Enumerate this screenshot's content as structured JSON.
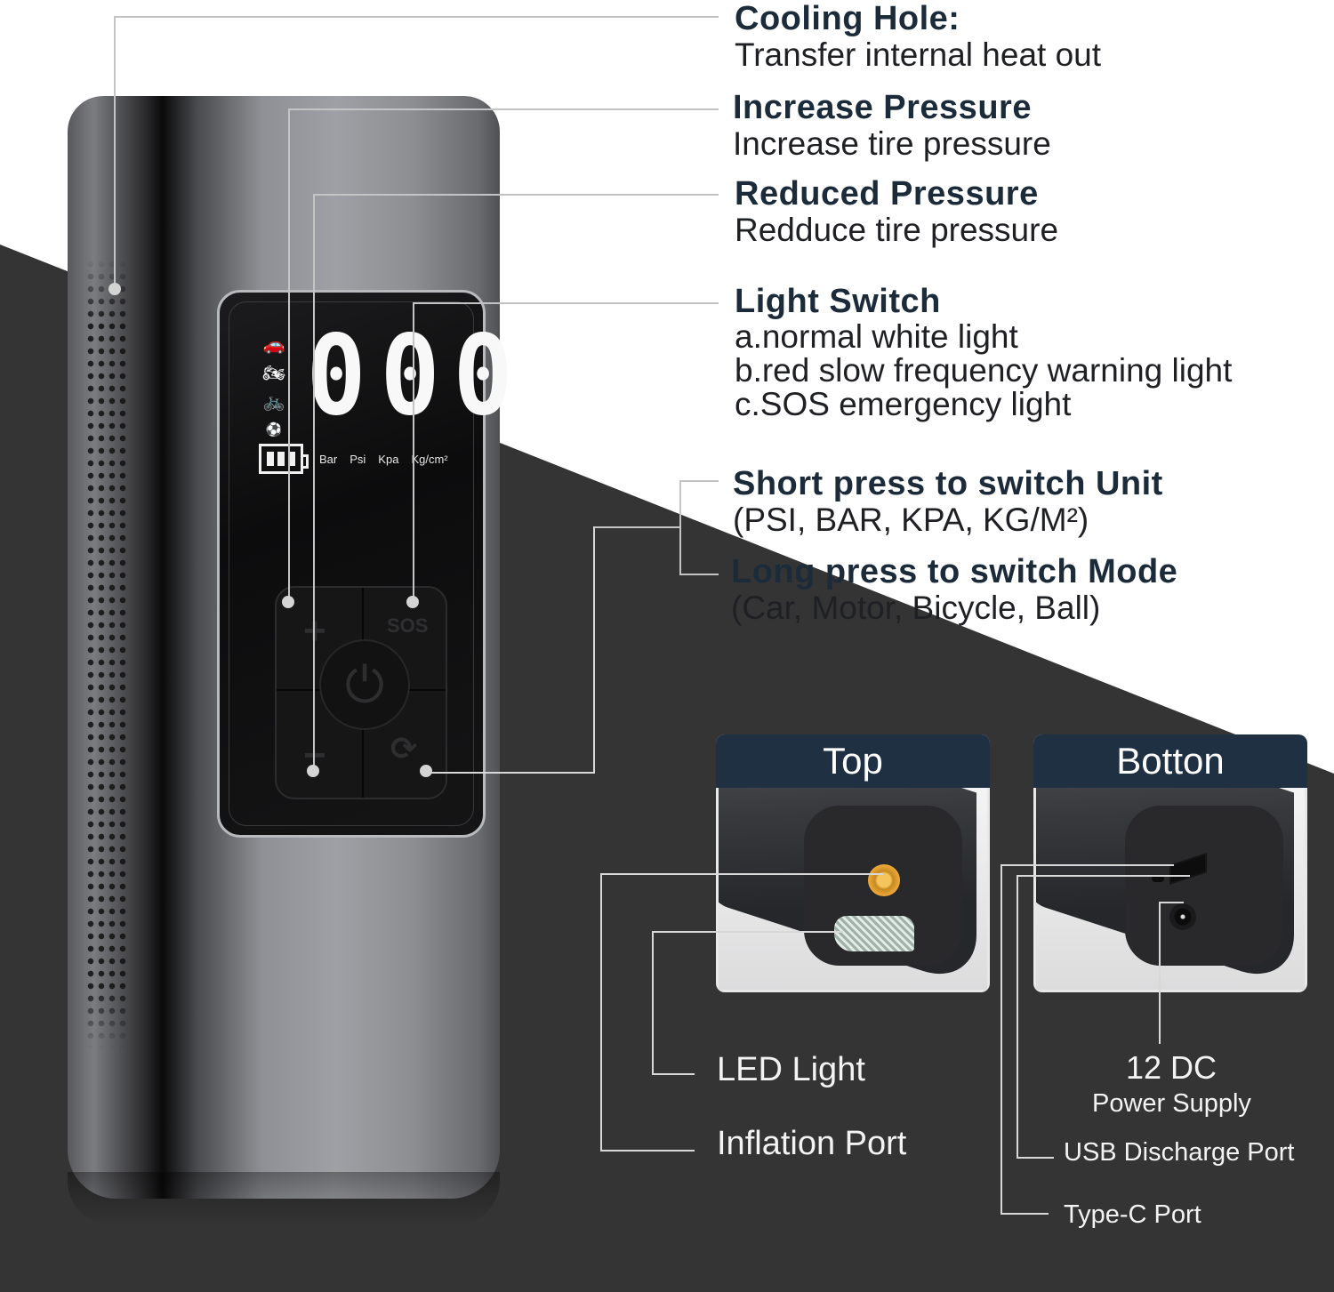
{
  "colors": {
    "background_light": "#ffffff",
    "background_dark": "#343434",
    "heading_text": "#1c2b3a",
    "panel_header": "#1f3043",
    "callout_line": "#c4c4c4",
    "inflation_port_brass": "#f1a93a"
  },
  "device": {
    "display": {
      "digits": [
        "0",
        "0",
        "0"
      ],
      "mode_icons": [
        {
          "name": "car-icon",
          "glyph": "🚗"
        },
        {
          "name": "motorcycle-icon",
          "glyph": "🏍"
        },
        {
          "name": "bicycle-icon",
          "glyph": "🚲"
        },
        {
          "name": "ball-icon",
          "glyph": "⚽"
        }
      ],
      "battery_bars": 3,
      "units": [
        "Bar",
        "Psi",
        "Kpa",
        "Kg/cm²"
      ]
    },
    "keypad": {
      "plus": "+",
      "minus": "−",
      "sos": "SOS",
      "power": "⏻",
      "cycle": "⟳"
    }
  },
  "features": [
    {
      "title": "Cooling Hole:",
      "desc": [
        "Transfer internal heat out"
      ]
    },
    {
      "title": "Increase Pressure",
      "desc": [
        "Increase tire pressure"
      ]
    },
    {
      "title": "Reduced Pressure",
      "desc": [
        "Redduce tire pressure"
      ]
    },
    {
      "title": "Light Switch",
      "desc": [
        "a.normal white light",
        "b.red slow frequency warning light",
        "c.SOS emergency light"
      ]
    },
    {
      "title": "Short press to switch Unit",
      "desc": [
        "(PSI, BAR, KPA, KG/M²)"
      ]
    },
    {
      "title": "Long press to switch Mode",
      "desc": [
        "(Car, Motor, Bicycle, Ball)"
      ]
    }
  ],
  "panels": {
    "top": {
      "title": "Top"
    },
    "bottom": {
      "title": "Botton"
    }
  },
  "ports": {
    "led_light": "LED Light",
    "inflation_port": "Inflation Port",
    "dc_title": "12 DC",
    "dc_subtitle": "Power Supply",
    "usb_port": "USB Discharge Port",
    "typec_port": "Type-C Port"
  }
}
